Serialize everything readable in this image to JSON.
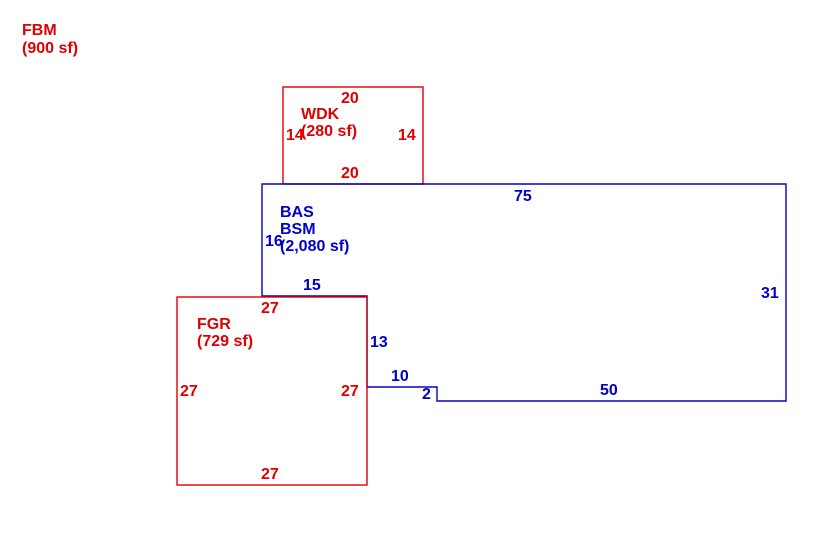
{
  "colors": {
    "red": "#e00000",
    "blue": "#0000cc"
  },
  "areas": {
    "fbm": {
      "code": "FBM",
      "size": "(900 sf)"
    },
    "wdk": {
      "code": "WDK",
      "size": "(280 sf)",
      "dims": {
        "top": "20",
        "bottom": "20",
        "left": "14",
        "right": "14"
      }
    },
    "bas": {
      "code1": "BAS",
      "code2": "BSM",
      "size": "(2,080 sf)",
      "dims": {
        "top": "75",
        "left": "16",
        "right": "31",
        "notch_top": "15",
        "notch_side": "13",
        "step_top": "10",
        "step_side": "2",
        "bottom": "50"
      }
    },
    "fgr": {
      "code": "FGR",
      "size": "(729 sf)",
      "dims": {
        "top": "27",
        "bottom": "27",
        "left": "27",
        "right": "27"
      }
    }
  }
}
